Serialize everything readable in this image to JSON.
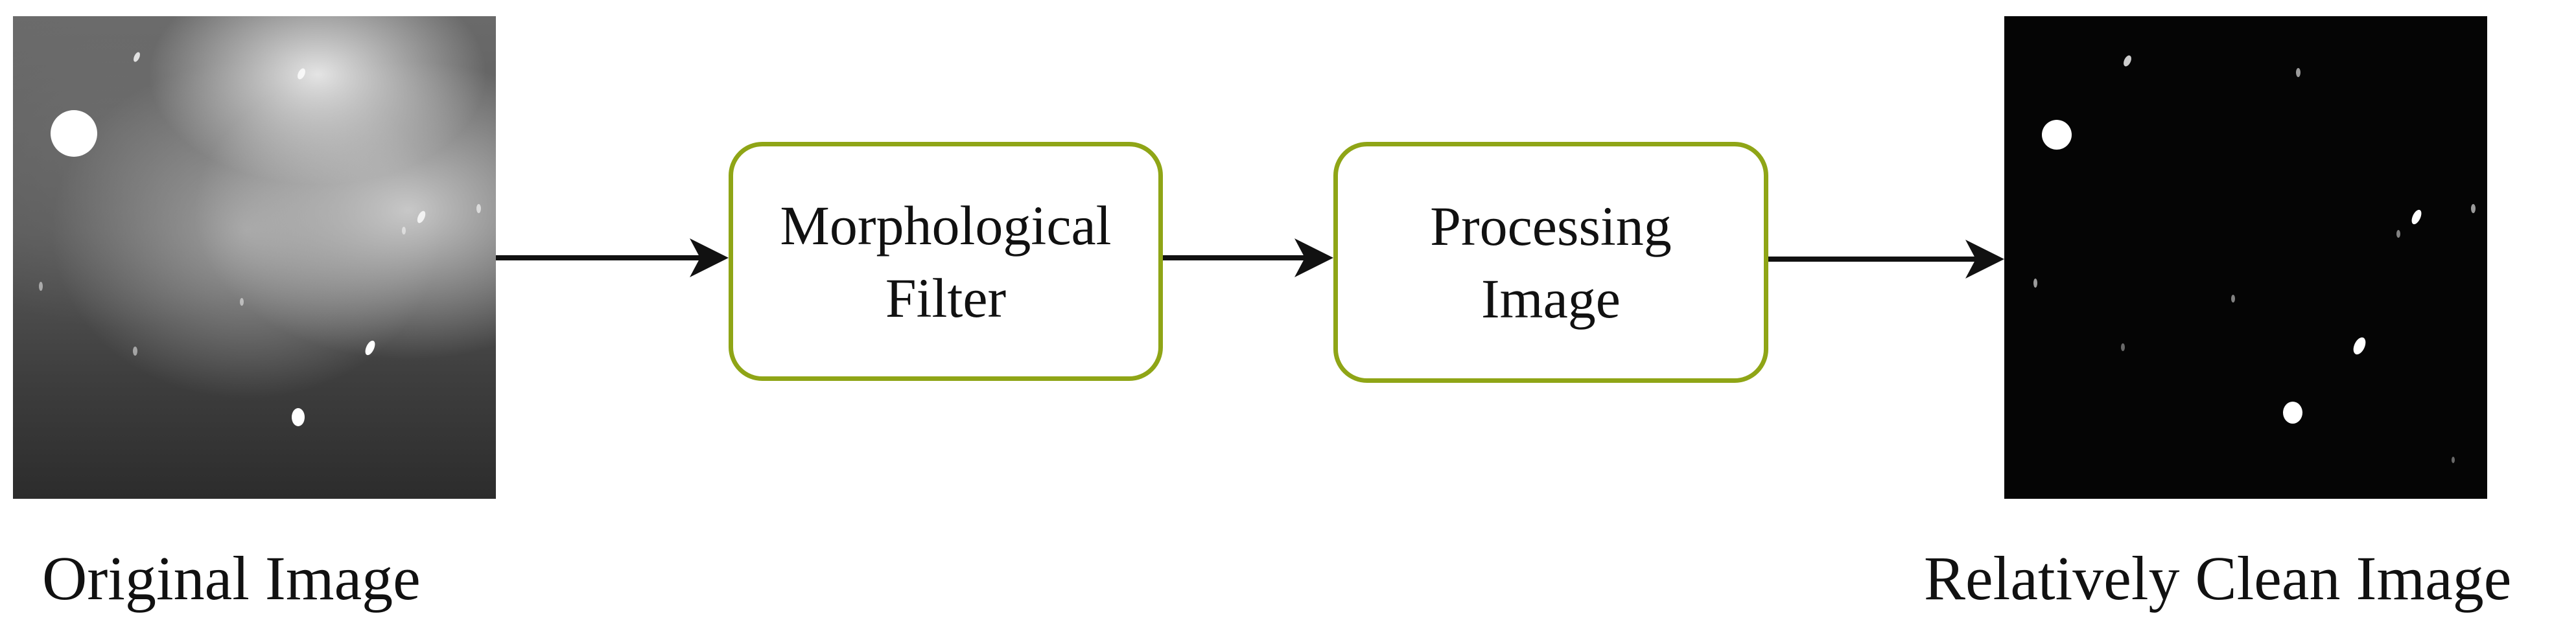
{
  "input_image": {
    "caption": "Original Image"
  },
  "steps": [
    {
      "label": "Morphological\nFilter"
    },
    {
      "label": "Processing\nImage"
    }
  ],
  "output_image": {
    "caption": "Relatively Clean Image"
  },
  "colors": {
    "box_border": "#8fa516",
    "arrow": "#111111",
    "text": "#111111"
  }
}
